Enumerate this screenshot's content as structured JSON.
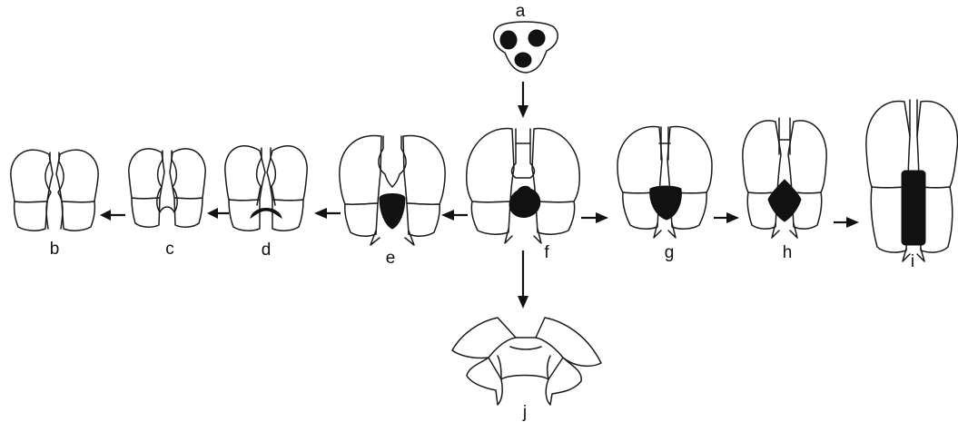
{
  "labels": {
    "a": "a",
    "b": "b",
    "c": "c",
    "d": "d",
    "e": "e",
    "f": "f",
    "g": "g",
    "h": "h",
    "i": "i",
    "j": "j"
  },
  "colors": {
    "ink": "#111111",
    "background": "#ffffff"
  }
}
